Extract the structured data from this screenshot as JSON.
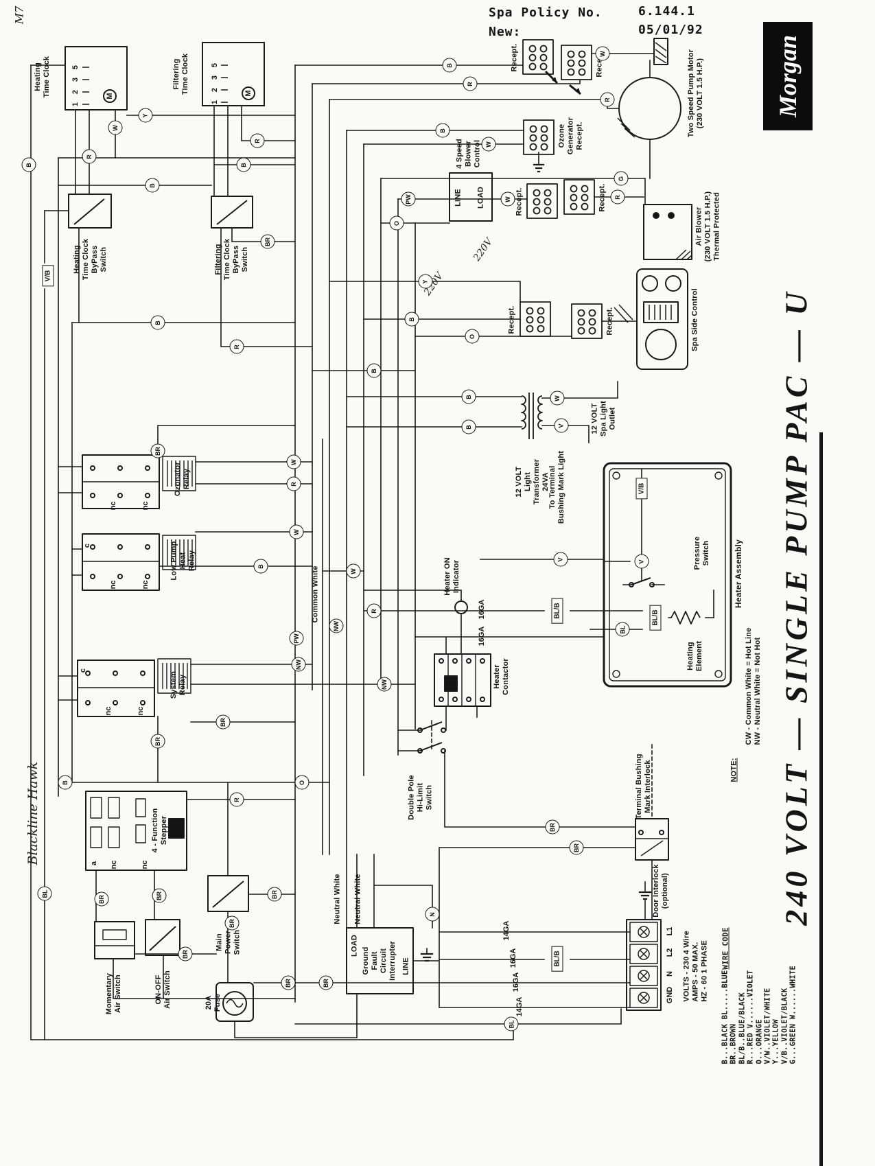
{
  "header": {
    "policy_label": "Spa Policy No.",
    "policy_value": "6.144.1",
    "new_label": "New:",
    "new_value": "05/01/92",
    "brand": "Morgan"
  },
  "title": "240 VOLT  —  SINGLE PUMP PAC  —  U",
  "handwriting": {
    "corner_mark": "M7",
    "margin_note": "Blackline Hawk",
    "volt_note_1": "220V",
    "volt_note_2": "220V"
  },
  "components": {
    "heating_time_clock": "Heating\nTime Clock",
    "filtering_time_clock": "Filtering\nTime Clock",
    "heating_bypass": "Heating\nTime Clock\nByPass\nSwitch",
    "filtering_bypass": "Filtering\nTime Clock\nByPass\nSwitch",
    "recept": "Recept.",
    "ozone_generator": "Ozone\nGenerator\nRecept.",
    "blower_control": "4 Speed\nBlower\nControl",
    "line": "LINE",
    "load": "LOAD",
    "pump_motor": "Two Speed Pump Motor\n(230 VOLT 1.5 H.P.)",
    "air_blower": "Air Blower\n(230 VOLT 1.5 H.P.)\nThermal Protected",
    "spa_side_control": "Spa Side Control",
    "light_transformer": "12 VOLT\nLight\nTransformer\n24VA",
    "to_terminal_bushing": "To Terminal\nBushing Mark Light",
    "spa_light_outlet": "12 VOLT\nSpa Light\nOutlet",
    "ozonator_relay": "Ozonator\nRelay",
    "low_pump_heat_relay": "Low Pump\nHeat\nRelay",
    "system_relay": "System\nRelay",
    "common_white": "Common White",
    "heater_on_indicator": "Heater ON\nIndicator",
    "heater_contactor": "Heater\nContactor",
    "heater_assembly": "Heater Assembly",
    "pressure_switch": "Pressure\nSwitch",
    "heating_element": "Heating\nElement",
    "double_pole_hi_limit": "Double Pole\nHi-Limit\nSwitch",
    "terminal_bushing_interlock": "Terminal Bushing\nMark Interlock",
    "door_interlock": "Door Interlock\n(optional)",
    "function_stepper": "4 - Function\nStepper",
    "main_power_switch": "Main\nPower\nSwitch",
    "momentary_air_switch": "Momentary\nAir Switch",
    "onoff_air_switch": "ON-OFF\nAir Switch",
    "fuse": "20A\nFuse",
    "gfci": "Ground\nFault\nCircuit\nInterrupter",
    "neutral_white": "Neutral White"
  },
  "clock_pins": [
    "5",
    "3",
    "2",
    "1"
  ],
  "motor_mark": "M",
  "relay_pins": {
    "c": "c",
    "nc": "nc",
    "a": "a"
  },
  "boxed_labels": {
    "vb": "V/B",
    "blb": "BL/B"
  },
  "gauges": {
    "g14": "14GA",
    "g16": "16GA"
  },
  "terminals": [
    "L1",
    "L2",
    "N",
    "GND"
  ],
  "ratings": "VOLTS - 230 4 Wire\nAMPS - 50 MAX.\nHZ - 60  1 PHASE",
  "note": {
    "title": "NOTE:",
    "body": "CW - Common White = Hot Line\nNW - Neutral White = Not Hot"
  },
  "wire_code": {
    "title": "WIRE CODE",
    "body": "B...BLACK     BL.....BLUE\nBR..BROWN     BL/B..BLUE/BLACK\nR...RED       V......VIOLET\nO...ORANGE    V/W..VIOLET/WHITE\nY...YELLOW    V/B..VIOLET/BLACK\nG...GREEN     W......WHITE"
  },
  "wires": [
    "B",
    "R",
    "W",
    "Y",
    "B",
    "B",
    "R",
    "BR",
    "B",
    "R",
    "B",
    "B",
    "R",
    "B",
    "W",
    "W",
    "R",
    "G",
    "R",
    "PW",
    "W",
    "O",
    "Y",
    "B",
    "O",
    "B",
    "B",
    "W",
    "V",
    "V",
    "V",
    "W",
    "R",
    "W",
    "B",
    "W",
    "R",
    "PW",
    "NW",
    "NW",
    "NW",
    "BR",
    "BR",
    "BR",
    "B",
    "O",
    "R",
    "BR",
    "BR",
    "BR",
    "BR",
    "BR",
    "BR",
    "BR",
    "N",
    "BL",
    "BL",
    "BR",
    "BR",
    "BL"
  ]
}
